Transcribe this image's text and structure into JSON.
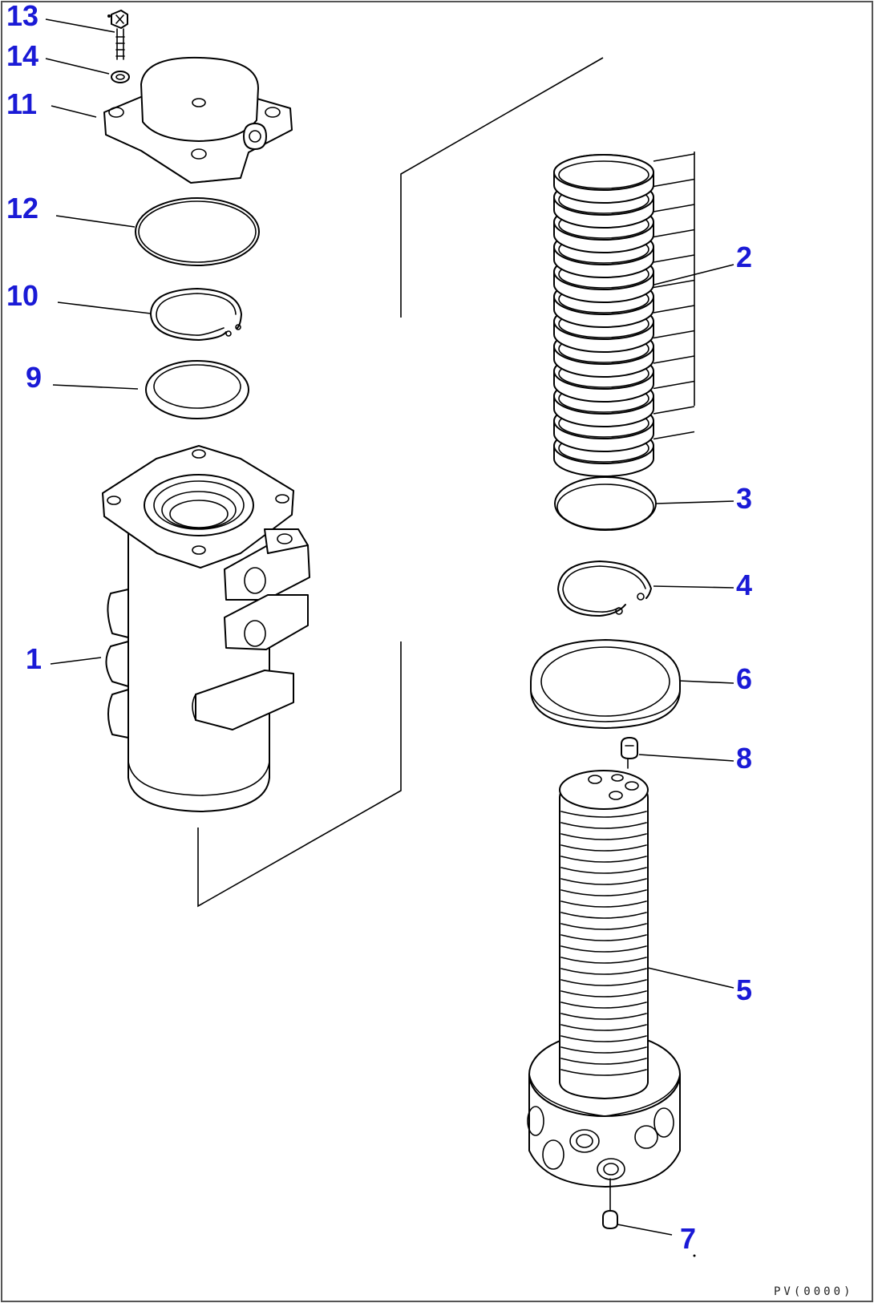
{
  "drawing_code": "PV(0000)",
  "callouts": {
    "c13": "13",
    "c14": "14",
    "c11": "11",
    "c12": "12",
    "c10": "10",
    "c9": "9",
    "c1": "1",
    "c2": "2",
    "c3": "3",
    "c4": "4",
    "c6": "6",
    "c8": "8",
    "c5": "5",
    "c7": "7"
  },
  "colors": {
    "callout": "#1a1ad6",
    "line": "#000000",
    "background": "#ffffff"
  }
}
